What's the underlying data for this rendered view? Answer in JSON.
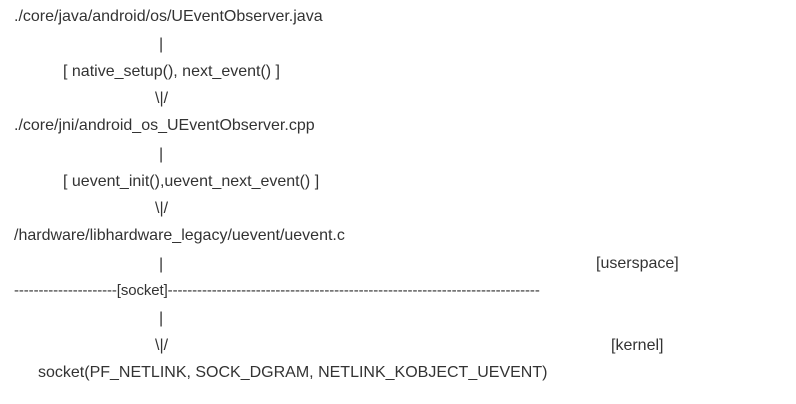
{
  "diagram": {
    "lines": [
      "./core/java/android/os/UEventObserver.java",
      "|",
      "[ native_setup(), next_event() ]",
      "\\|/",
      "./core/jni/android_os_UEventObserver.cpp",
      "|",
      "[ uevent_init(),uevent_next_event() ]",
      "\\|/",
      "/hardware/libhardware_legacy/uevent/uevent.c",
      "|",
      "[userspace]",
      "---------------------[socket]----------------------------------------------------------------------------",
      "|",
      "\\|/",
      "[kernel]",
      "socket(PF_NETLINK, SOCK_DGRAM, NETLINK_KOBJECT_UEVENT)"
    ]
  }
}
